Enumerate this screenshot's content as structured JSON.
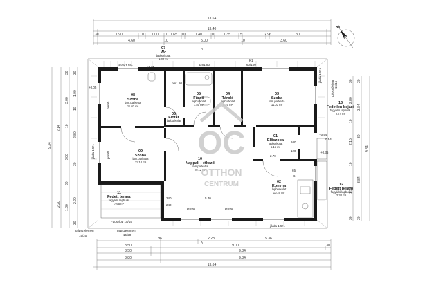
{
  "rooms": [
    {
      "no": "07",
      "name": "Wc",
      "floor": "lapburkolat",
      "area": "1.80 m²"
    },
    {
      "no": "08",
      "name": "Szoba",
      "floor": "lam.parketta",
      "area": "11.03 m²"
    },
    {
      "no": "05",
      "name": "Fürdő",
      "floor": "lapburkolat",
      "area": "7.80 m²"
    },
    {
      "no": "04",
      "name": "Tároló",
      "floor": "lapburkolat",
      "area": "4.20 m²"
    },
    {
      "no": "03",
      "name": "Szoba",
      "floor": "lam.parketta",
      "area": "11.03 m²"
    },
    {
      "no": "06",
      "name": "Előtér",
      "floor": "lapburkolat",
      "area": ""
    },
    {
      "no": "01",
      "name": "Előszoba",
      "floor": "lapburkolat",
      "area": "5.15 m²"
    },
    {
      "no": "09",
      "name": "Szoba",
      "floor": "lam.parketta",
      "area": "11.10 m²"
    },
    {
      "no": "10",
      "name": "Nappali - étkező",
      "floor": "lam.parketta",
      "area": "29.12 m²"
    },
    {
      "no": "02",
      "name": "Konyha",
      "floor": "lapburkolat",
      "area": "10.20 m²"
    },
    {
      "no": "11",
      "name": "Fedett terasz",
      "floor": "fagyálló lapburk.",
      "area": "7.65 m²"
    },
    {
      "no": "12",
      "name": "Fedett bejáró",
      "floor": "fagyálló lapburk.",
      "area": "2.30 m²"
    },
    {
      "no": "13",
      "name": "Fedetlen bejáró",
      "floor": "fagyálló lapburk.",
      "area": "2.74 m²"
    }
  ],
  "labels": {
    "jarda_top": "járda 1.5%",
    "jarda_bottom": "járda 1.5%",
    "jarda_left": "járda 1.5%",
    "jarda_right": "járda 1.5%",
    "pm180_a": "pm1.80",
    "pm180_b": "pm1.80",
    "pm90_a": "pm90",
    "pm90_b": "pm90",
    "pm90_c": "pm90",
    "pm90_d": "pm90",
    "level_left": "+0.05",
    "level_right": "+0.54",
    "level_mid": "±0.05",
    "level_right2": "+0.36",
    "lepcso": "Lépcsőelem",
    "lepcso_sub": "15/15",
    "talpszelemen_left": "Talpszelemen",
    "talpszelemen_left_sub": "15/20",
    "talpszelemen_bottom": "Talpszelemen",
    "talpszelemen_bottom_sub": "15/20",
    "faoszlop": "Faoszlop 15/15",
    "k1": "K1",
    "k1_sub": "60/100",
    "d240_a": "240",
    "d240_b": "240",
    "d100": "100",
    "d120": "120",
    "d65": "65",
    "d6": "6",
    "d270": "2.70",
    "d540": "5.40",
    "d054": "0.54"
  },
  "dims_top": {
    "overall": "13.64",
    "second": "13.40",
    "row3": [
      "30",
      "1.90",
      "10",
      "1.00",
      "10",
      "1.65",
      "10",
      "1.40",
      "10",
      "1.35",
      "15",
      "2.96",
      "30"
    ],
    "row4": [
      "4.60",
      "10",
      "5.00",
      "10",
      "3.60"
    ]
  },
  "dims_bottom": {
    "row1": [
      "1.96",
      "2.28",
      "5.36"
    ],
    "row2": [
      "3.50",
      "9.00",
      "30"
    ],
    "row3": [
      "3.50",
      "9.84"
    ],
    "row4": [
      "3.80",
      "9.84"
    ],
    "overall": "13.64"
  },
  "dims_left": {
    "outer": "9.34",
    "row_a": [
      "2.14",
      "2.20"
    ],
    "row_b": [
      "30",
      "3.00",
      "10",
      "3.00",
      "30",
      "1.80"
    ],
    "row_c": [
      "30",
      "1.00",
      "10",
      "2.80",
      "30",
      "2.20",
      "30"
    ]
  },
  "dims_right": {
    "outer": "9.34",
    "row_a": [
      "30",
      "2.80",
      "10",
      "2.15",
      "10",
      "1.94",
      "30"
    ],
    "row_b": [
      "30",
      "3.84",
      "30",
      "3.84",
      "30"
    ]
  },
  "north": "N",
  "logo": {
    "mark": "OC",
    "line1": "OTTHON",
    "line2": "CENTRUM"
  },
  "section_marks": [
    "A",
    "A"
  ]
}
